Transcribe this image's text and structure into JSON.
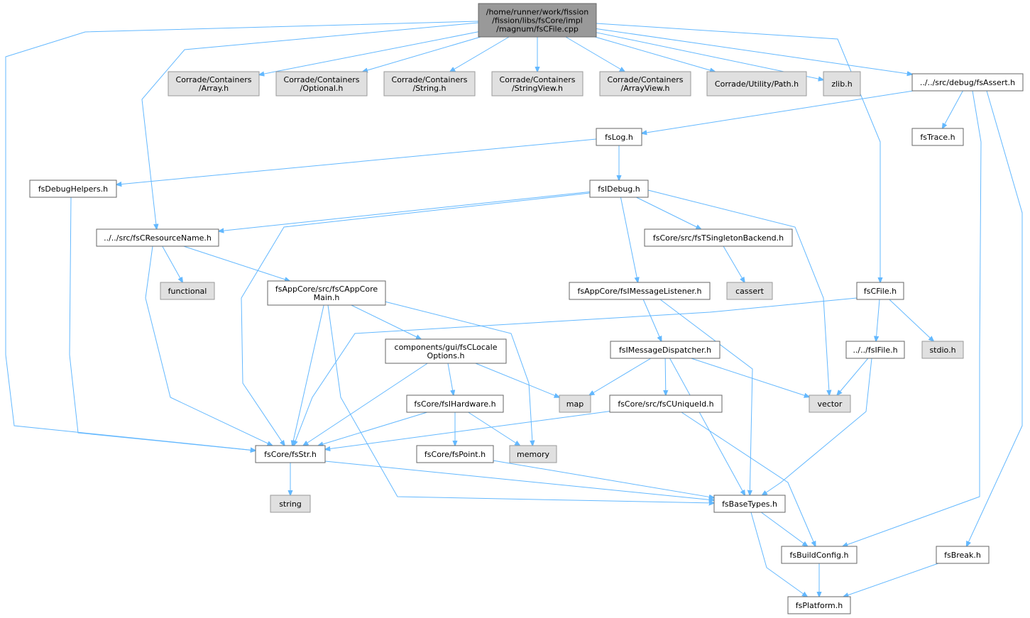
{
  "colors": {
    "root_fill": "#999999",
    "root_stroke": "#666666",
    "doc_fill": "#ffffff",
    "doc_stroke": "#666666",
    "sys_fill": "#e0e0e0",
    "sys_stroke": "#999999",
    "edge": "#63b8ff"
  },
  "nodes": [
    {
      "id": "root",
      "kind": "root",
      "lines": [
        "/home/runner/work/fission",
        "/fission/libs/fsCore/impl",
        "/magnum/fsCFile.cpp"
      ]
    },
    {
      "id": "arr",
      "kind": "sys",
      "lines": [
        "Corrade/Containers",
        "/Array.h"
      ]
    },
    {
      "id": "opt",
      "kind": "sys",
      "lines": [
        "Corrade/Containers",
        "/Optional.h"
      ]
    },
    {
      "id": "str",
      "kind": "sys",
      "lines": [
        "Corrade/Containers",
        "/String.h"
      ]
    },
    {
      "id": "sv",
      "kind": "sys",
      "lines": [
        "Corrade/Containers",
        "/StringView.h"
      ]
    },
    {
      "id": "av",
      "kind": "sys",
      "lines": [
        "Corrade/Containers",
        "/ArrayView.h"
      ]
    },
    {
      "id": "path",
      "kind": "sys",
      "lines": [
        "Corrade/Utility/Path.h"
      ]
    },
    {
      "id": "zlib",
      "kind": "sys",
      "lines": [
        "zlib.h"
      ]
    },
    {
      "id": "assert",
      "kind": "doc",
      "lines": [
        "../../src/debug/fsAssert.h"
      ]
    },
    {
      "id": "log",
      "kind": "doc",
      "lines": [
        "fsLog.h"
      ]
    },
    {
      "id": "trace",
      "kind": "doc",
      "lines": [
        "fsTrace.h"
      ]
    },
    {
      "id": "dbghelp",
      "kind": "doc",
      "lines": [
        "fsDebugHelpers.h"
      ]
    },
    {
      "id": "idebug",
      "kind": "doc",
      "lines": [
        "fsIDebug.h"
      ]
    },
    {
      "id": "resname",
      "kind": "doc",
      "lines": [
        "../../src/fsCResourceName.h"
      ]
    },
    {
      "id": "singleton",
      "kind": "doc",
      "lines": [
        "fsCore/src/fsTSingletonBackend.h"
      ]
    },
    {
      "id": "functional",
      "kind": "sys",
      "lines": [
        "functional"
      ]
    },
    {
      "id": "appcore",
      "kind": "doc",
      "lines": [
        "fsAppCore/src/fsCAppCore",
        "Main.h"
      ]
    },
    {
      "id": "msglist",
      "kind": "doc",
      "lines": [
        "fsAppCore/fsIMessageListener.h"
      ]
    },
    {
      "id": "cassert",
      "kind": "sys",
      "lines": [
        "cassert"
      ]
    },
    {
      "id": "cfile",
      "kind": "doc",
      "lines": [
        "fsCFile.h"
      ]
    },
    {
      "id": "locale",
      "kind": "doc",
      "lines": [
        "components/gui/fsCLocale",
        "Options.h"
      ]
    },
    {
      "id": "msgdisp",
      "kind": "doc",
      "lines": [
        "fsIMessageDispatcher.h"
      ]
    },
    {
      "id": "ifile",
      "kind": "doc",
      "lines": [
        "../../fsIFile.h"
      ]
    },
    {
      "id": "stdio",
      "kind": "sys",
      "lines": [
        "stdio.h"
      ]
    },
    {
      "id": "hardware",
      "kind": "doc",
      "lines": [
        "fsCore/fsIHardware.h"
      ]
    },
    {
      "id": "map",
      "kind": "sys",
      "lines": [
        "map"
      ]
    },
    {
      "id": "uniqueid",
      "kind": "doc",
      "lines": [
        "fsCore/src/fsCUniqueId.h"
      ]
    },
    {
      "id": "vector",
      "kind": "sys",
      "lines": [
        "vector"
      ]
    },
    {
      "id": "fsstr",
      "kind": "doc",
      "lines": [
        "fsCore/fsStr.h"
      ]
    },
    {
      "id": "point",
      "kind": "doc",
      "lines": [
        "fsCore/fsPoint.h"
      ]
    },
    {
      "id": "memory",
      "kind": "sys",
      "lines": [
        "memory"
      ]
    },
    {
      "id": "string",
      "kind": "sys",
      "lines": [
        "string"
      ]
    },
    {
      "id": "basetypes",
      "kind": "doc",
      "lines": [
        "fsBaseTypes.h"
      ]
    },
    {
      "id": "buildcfg",
      "kind": "doc",
      "lines": [
        "fsBuildConfig.h"
      ]
    },
    {
      "id": "break",
      "kind": "doc",
      "lines": [
        "fsBreak.h"
      ]
    },
    {
      "id": "platform",
      "kind": "doc",
      "lines": [
        "fsPlatform.h"
      ]
    }
  ],
  "edges": [
    [
      "root",
      "arr"
    ],
    [
      "root",
      "opt"
    ],
    [
      "root",
      "str"
    ],
    [
      "root",
      "sv"
    ],
    [
      "root",
      "av"
    ],
    [
      "root",
      "path"
    ],
    [
      "root",
      "zlib"
    ],
    [
      "root",
      "assert"
    ],
    [
      "root",
      "resname"
    ],
    [
      "root",
      "cfile"
    ],
    [
      "root",
      "fsstr"
    ],
    [
      "assert",
      "log"
    ],
    [
      "assert",
      "trace"
    ],
    [
      "assert",
      "buildcfg"
    ],
    [
      "assert",
      "break"
    ],
    [
      "log",
      "dbghelp"
    ],
    [
      "log",
      "idebug"
    ],
    [
      "dbghelp",
      "fsstr"
    ],
    [
      "idebug",
      "resname"
    ],
    [
      "idebug",
      "singleton"
    ],
    [
      "idebug",
      "msglist"
    ],
    [
      "idebug",
      "fsstr"
    ],
    [
      "idebug",
      "vector"
    ],
    [
      "resname",
      "functional"
    ],
    [
      "resname",
      "appcore"
    ],
    [
      "resname",
      "fsstr"
    ],
    [
      "singleton",
      "cassert"
    ],
    [
      "appcore",
      "locale"
    ],
    [
      "appcore",
      "memory"
    ],
    [
      "appcore",
      "fsstr"
    ],
    [
      "appcore",
      "basetypes"
    ],
    [
      "msglist",
      "msgdisp"
    ],
    [
      "msglist",
      "basetypes"
    ],
    [
      "cfile",
      "fsstr"
    ],
    [
      "cfile",
      "ifile"
    ],
    [
      "cfile",
      "stdio"
    ],
    [
      "locale",
      "hardware"
    ],
    [
      "locale",
      "map"
    ],
    [
      "locale",
      "fsstr"
    ],
    [
      "msgdisp",
      "map"
    ],
    [
      "msgdisp",
      "uniqueid"
    ],
    [
      "msgdisp",
      "vector"
    ],
    [
      "msgdisp",
      "basetypes"
    ],
    [
      "ifile",
      "vector"
    ],
    [
      "ifile",
      "basetypes"
    ],
    [
      "hardware",
      "point"
    ],
    [
      "hardware",
      "memory"
    ],
    [
      "hardware",
      "fsstr"
    ],
    [
      "uniqueid",
      "fsstr"
    ],
    [
      "uniqueid",
      "buildcfg"
    ],
    [
      "fsstr",
      "string"
    ],
    [
      "fsstr",
      "basetypes"
    ],
    [
      "point",
      "basetypes"
    ],
    [
      "basetypes",
      "buildcfg"
    ],
    [
      "basetypes",
      "platform"
    ],
    [
      "buildcfg",
      "platform"
    ],
    [
      "break",
      "platform"
    ]
  ]
}
